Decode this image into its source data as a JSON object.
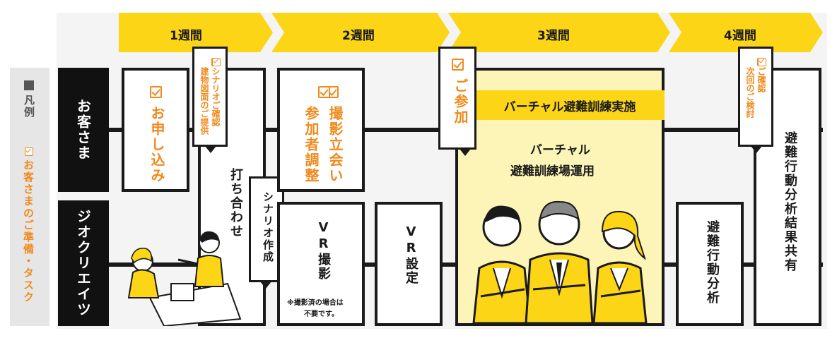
{
  "weeks": [
    "1週間",
    "2週間",
    "3週間",
    "4週間"
  ],
  "legend": {
    "title": "凡例",
    "item": "お客さまのご準備・タスク"
  },
  "rows": {
    "customer": "お客さま",
    "company": "ジオクリエイツ"
  },
  "customer_tasks": {
    "apply": "お申し込み",
    "scenario_check_1": "シナリオご確認",
    "scenario_check_2": "建物図面のご提供",
    "shoot_1": "撮影立会い",
    "shoot_2": "参加者調整",
    "participate": "ご参加",
    "confirm_1": "ご確認",
    "confirm_2": "次回のご検討"
  },
  "company_tasks": {
    "meeting": "打ち合わせ",
    "scenario": "シナリオ作成",
    "vr_shoot": "VR撮影",
    "vr_shoot_note_1": "※撮影済の場合は",
    "vr_shoot_note_2": "不要です。",
    "vr_setup": "VR設定",
    "virtual_ops_1": "バーチャル",
    "virtual_ops_2": "避難訓練場運用",
    "analysis": "避難行動分析",
    "share": "避難行動分析結果共有"
  },
  "drill_banner": "バーチャル避難訓練実施",
  "colors": {
    "yellow": "#fbd516",
    "orange": "#f08a1c",
    "black": "#1a1a1a",
    "light_yellow": "#fdf5b8"
  }
}
